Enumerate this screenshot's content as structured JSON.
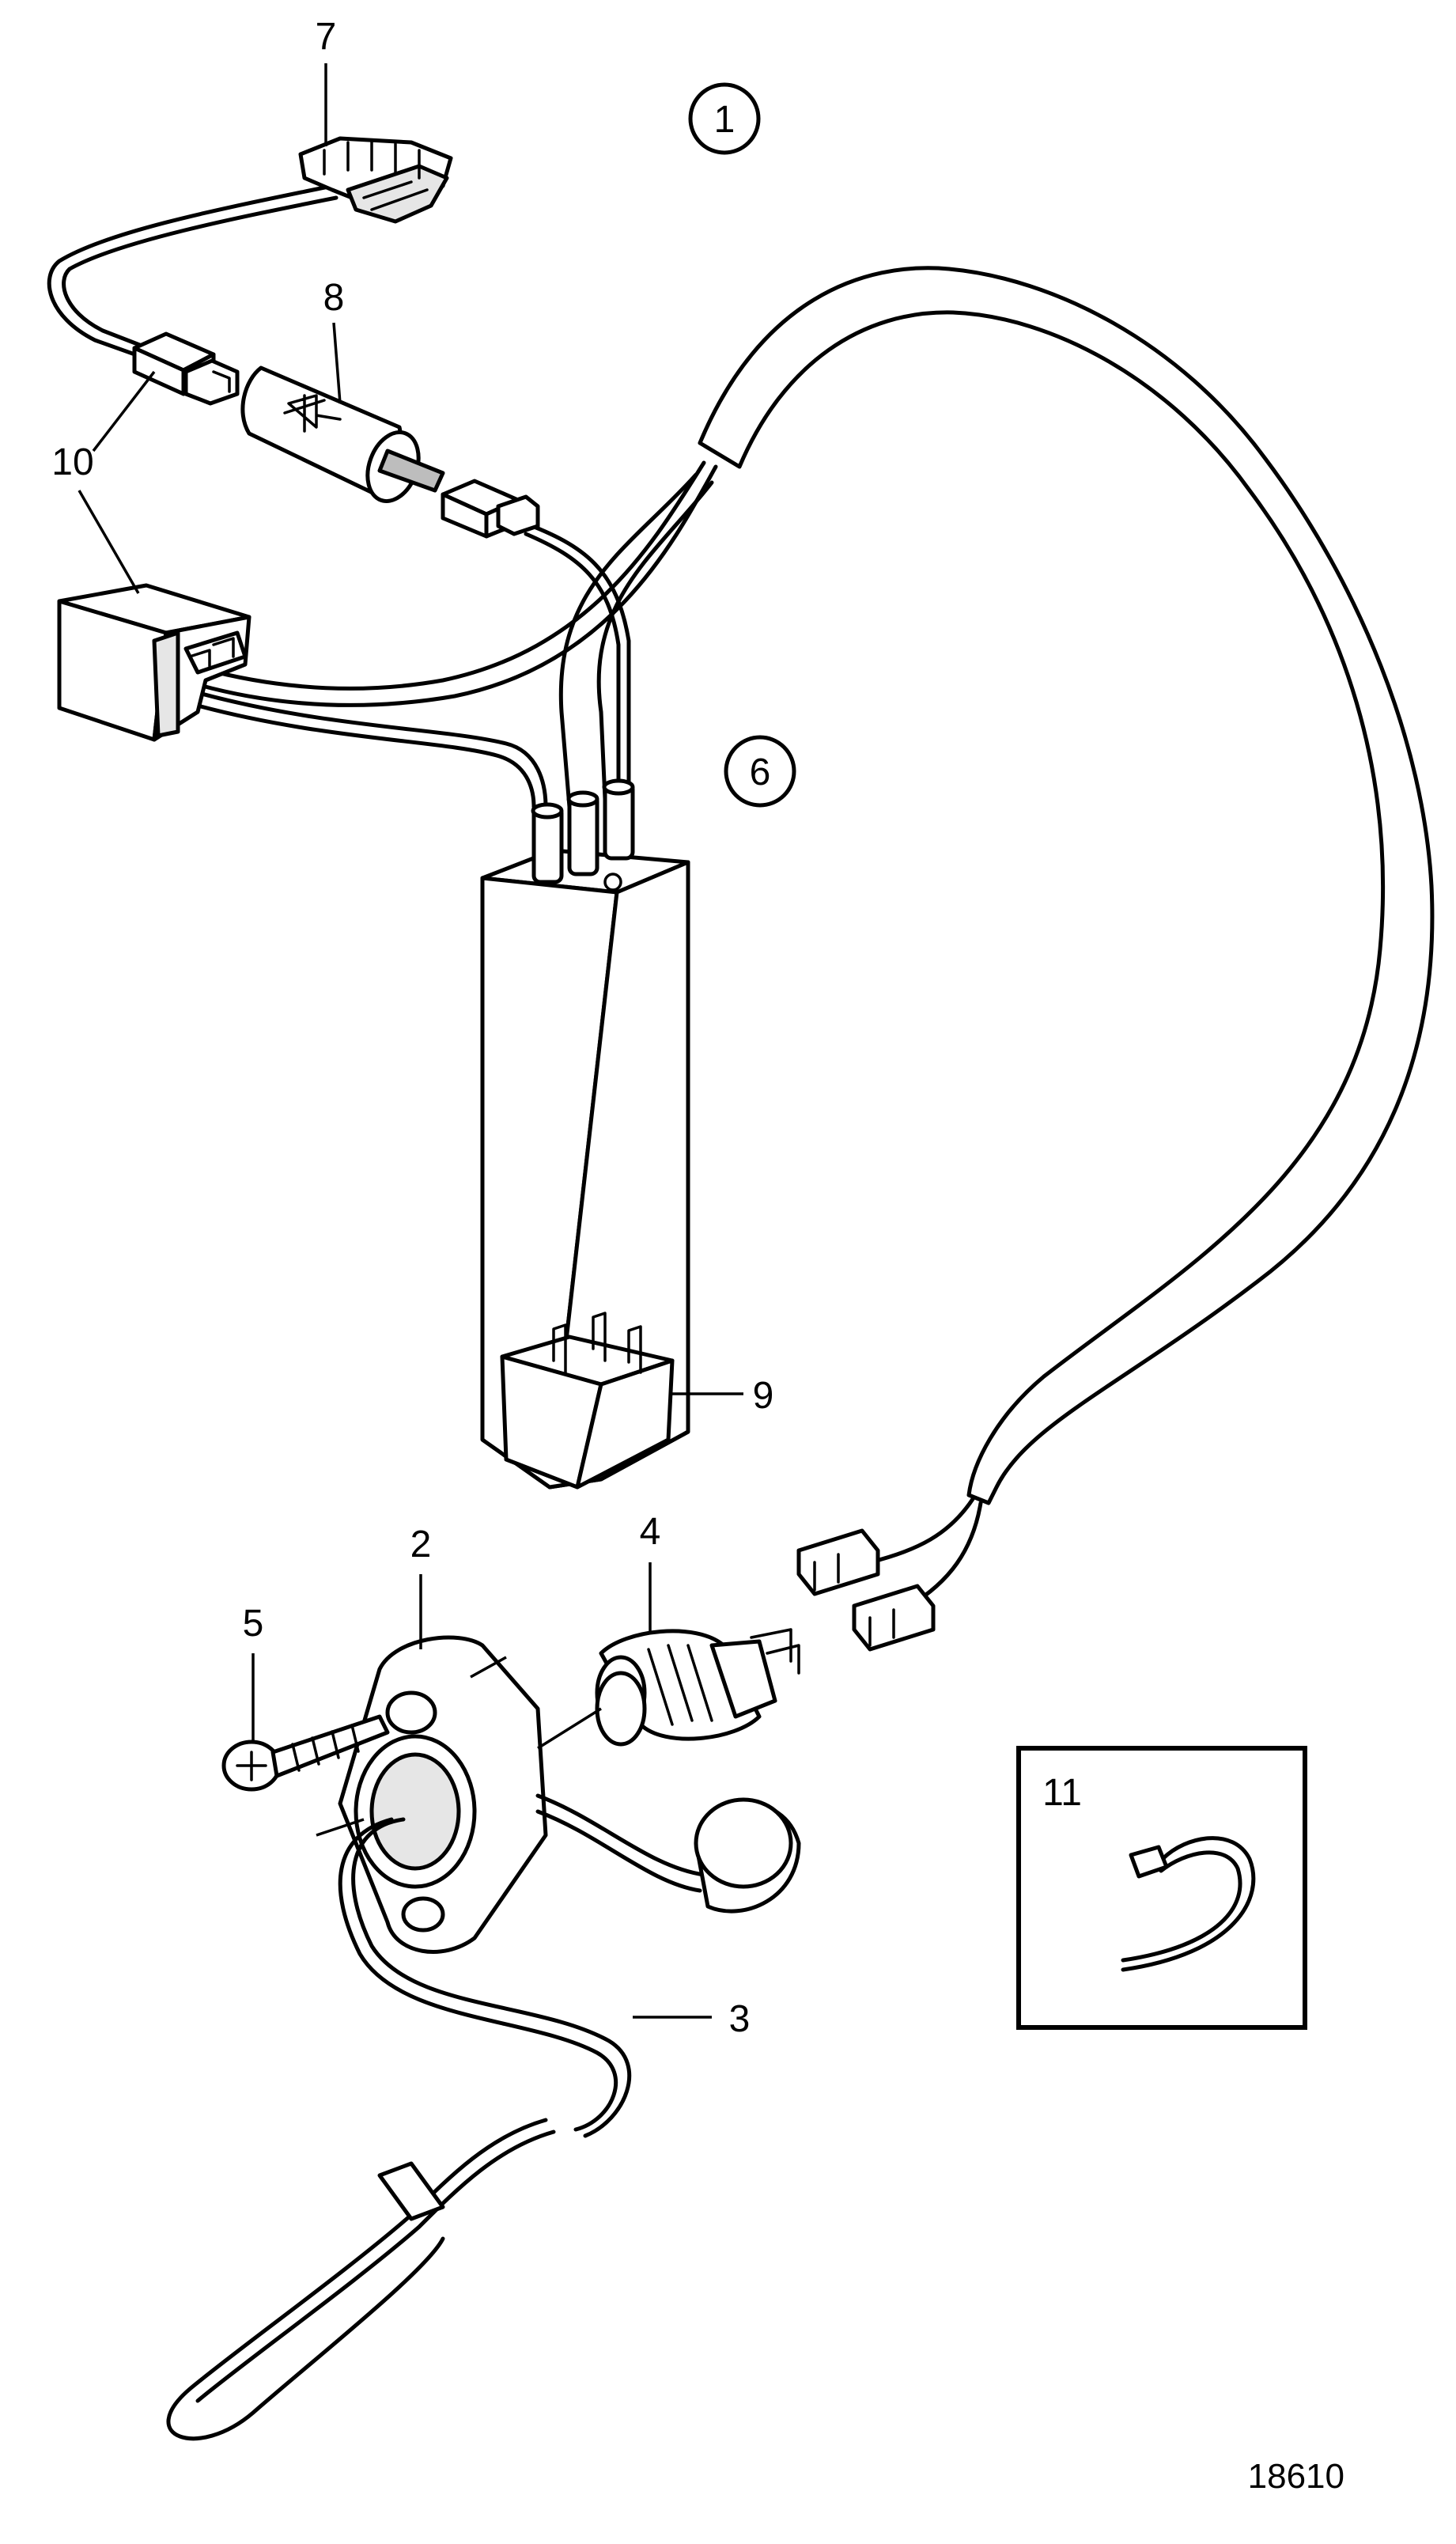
{
  "callouts": {
    "c1": "1",
    "c2": "2",
    "c3": "3",
    "c4": "4",
    "c5": "5",
    "c6": "6",
    "c7": "7",
    "c8": "8",
    "c9": "9",
    "c10": "10",
    "c11": "11"
  },
  "drawing_number": "18610"
}
